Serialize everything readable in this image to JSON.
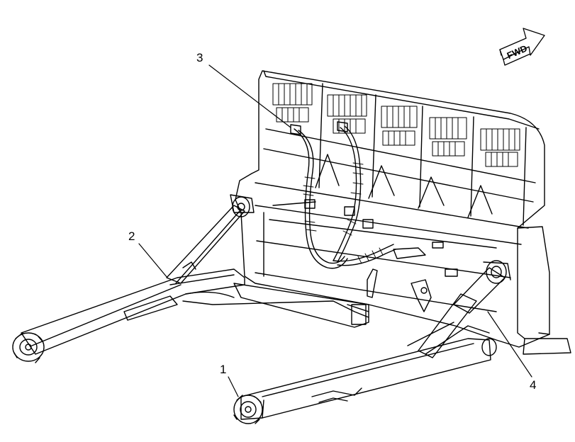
{
  "diagram": {
    "callouts": [
      {
        "id": "1",
        "label": "1"
      },
      {
        "id": "2",
        "label": "2"
      },
      {
        "id": "3",
        "label": "3"
      },
      {
        "id": "4",
        "label": "4"
      }
    ],
    "direction_arrow": {
      "label": "FWD"
    },
    "line_color": "#000000",
    "background": "#ffffff"
  }
}
